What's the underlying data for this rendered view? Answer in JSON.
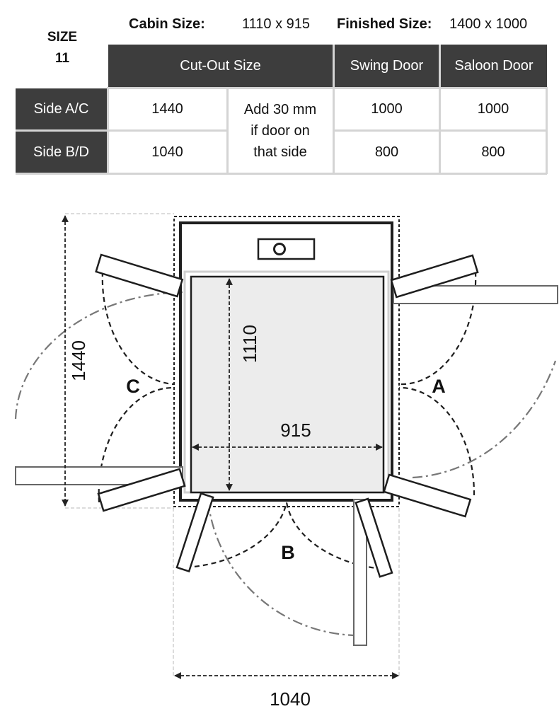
{
  "header": {
    "size_label": "SIZE",
    "size_number": "11",
    "cabin_label": "Cabin Size:",
    "cabin_value": "1110 x 915",
    "finished_label": "Finished Size:",
    "finished_value": "1400 x 1000"
  },
  "table": {
    "columns": [
      "Cut-Out Size",
      "Swing Door",
      "Saloon Door"
    ],
    "rows": [
      {
        "label": "Side A/C",
        "cutout": "1440",
        "swing": "1000",
        "saloon": "1000"
      },
      {
        "label": "Side B/D",
        "cutout": "1040",
        "swing": "800",
        "saloon": "800"
      }
    ],
    "note": [
      "Add 30 mm",
      "if door on",
      "that side"
    ]
  },
  "diagram": {
    "dim_height": "1440",
    "dim_cabin_height": "1110",
    "dim_cabin_width": "915",
    "dim_width": "1040",
    "side_a": "A",
    "side_b": "B",
    "side_c": "C"
  }
}
